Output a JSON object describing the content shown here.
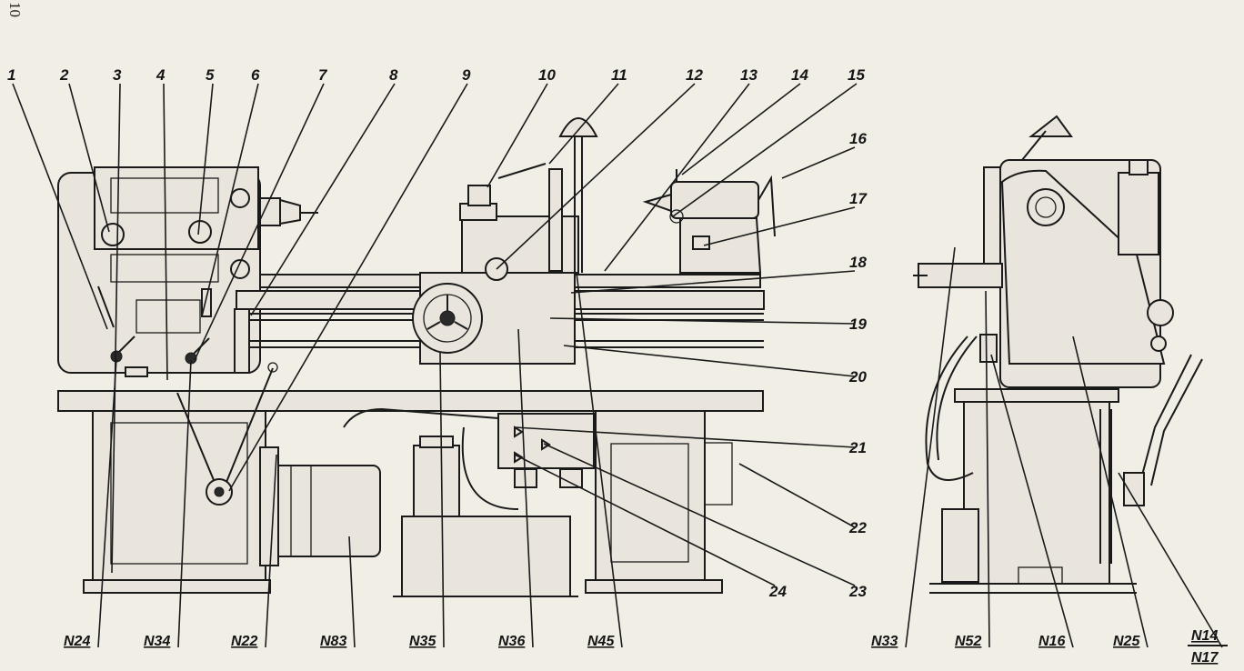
{
  "page_number": "10",
  "callouts": [
    "1",
    "2",
    "3",
    "4",
    "5",
    "6",
    "7",
    "8",
    "9",
    "10",
    "11",
    "12",
    "13",
    "14",
    "15",
    "16",
    "17",
    "18",
    "19",
    "20",
    "21",
    "22",
    "23",
    "24"
  ],
  "bottom_labels": [
    "N24",
    "N34",
    "N22",
    "N83",
    "N35",
    "N36",
    "N45",
    "N33",
    "N52",
    "N16",
    "N25"
  ],
  "fraction_label": {
    "top": "N14",
    "bottom": "N17"
  },
  "icons": [
    "lathe-front-view",
    "lathe-side-view"
  ]
}
